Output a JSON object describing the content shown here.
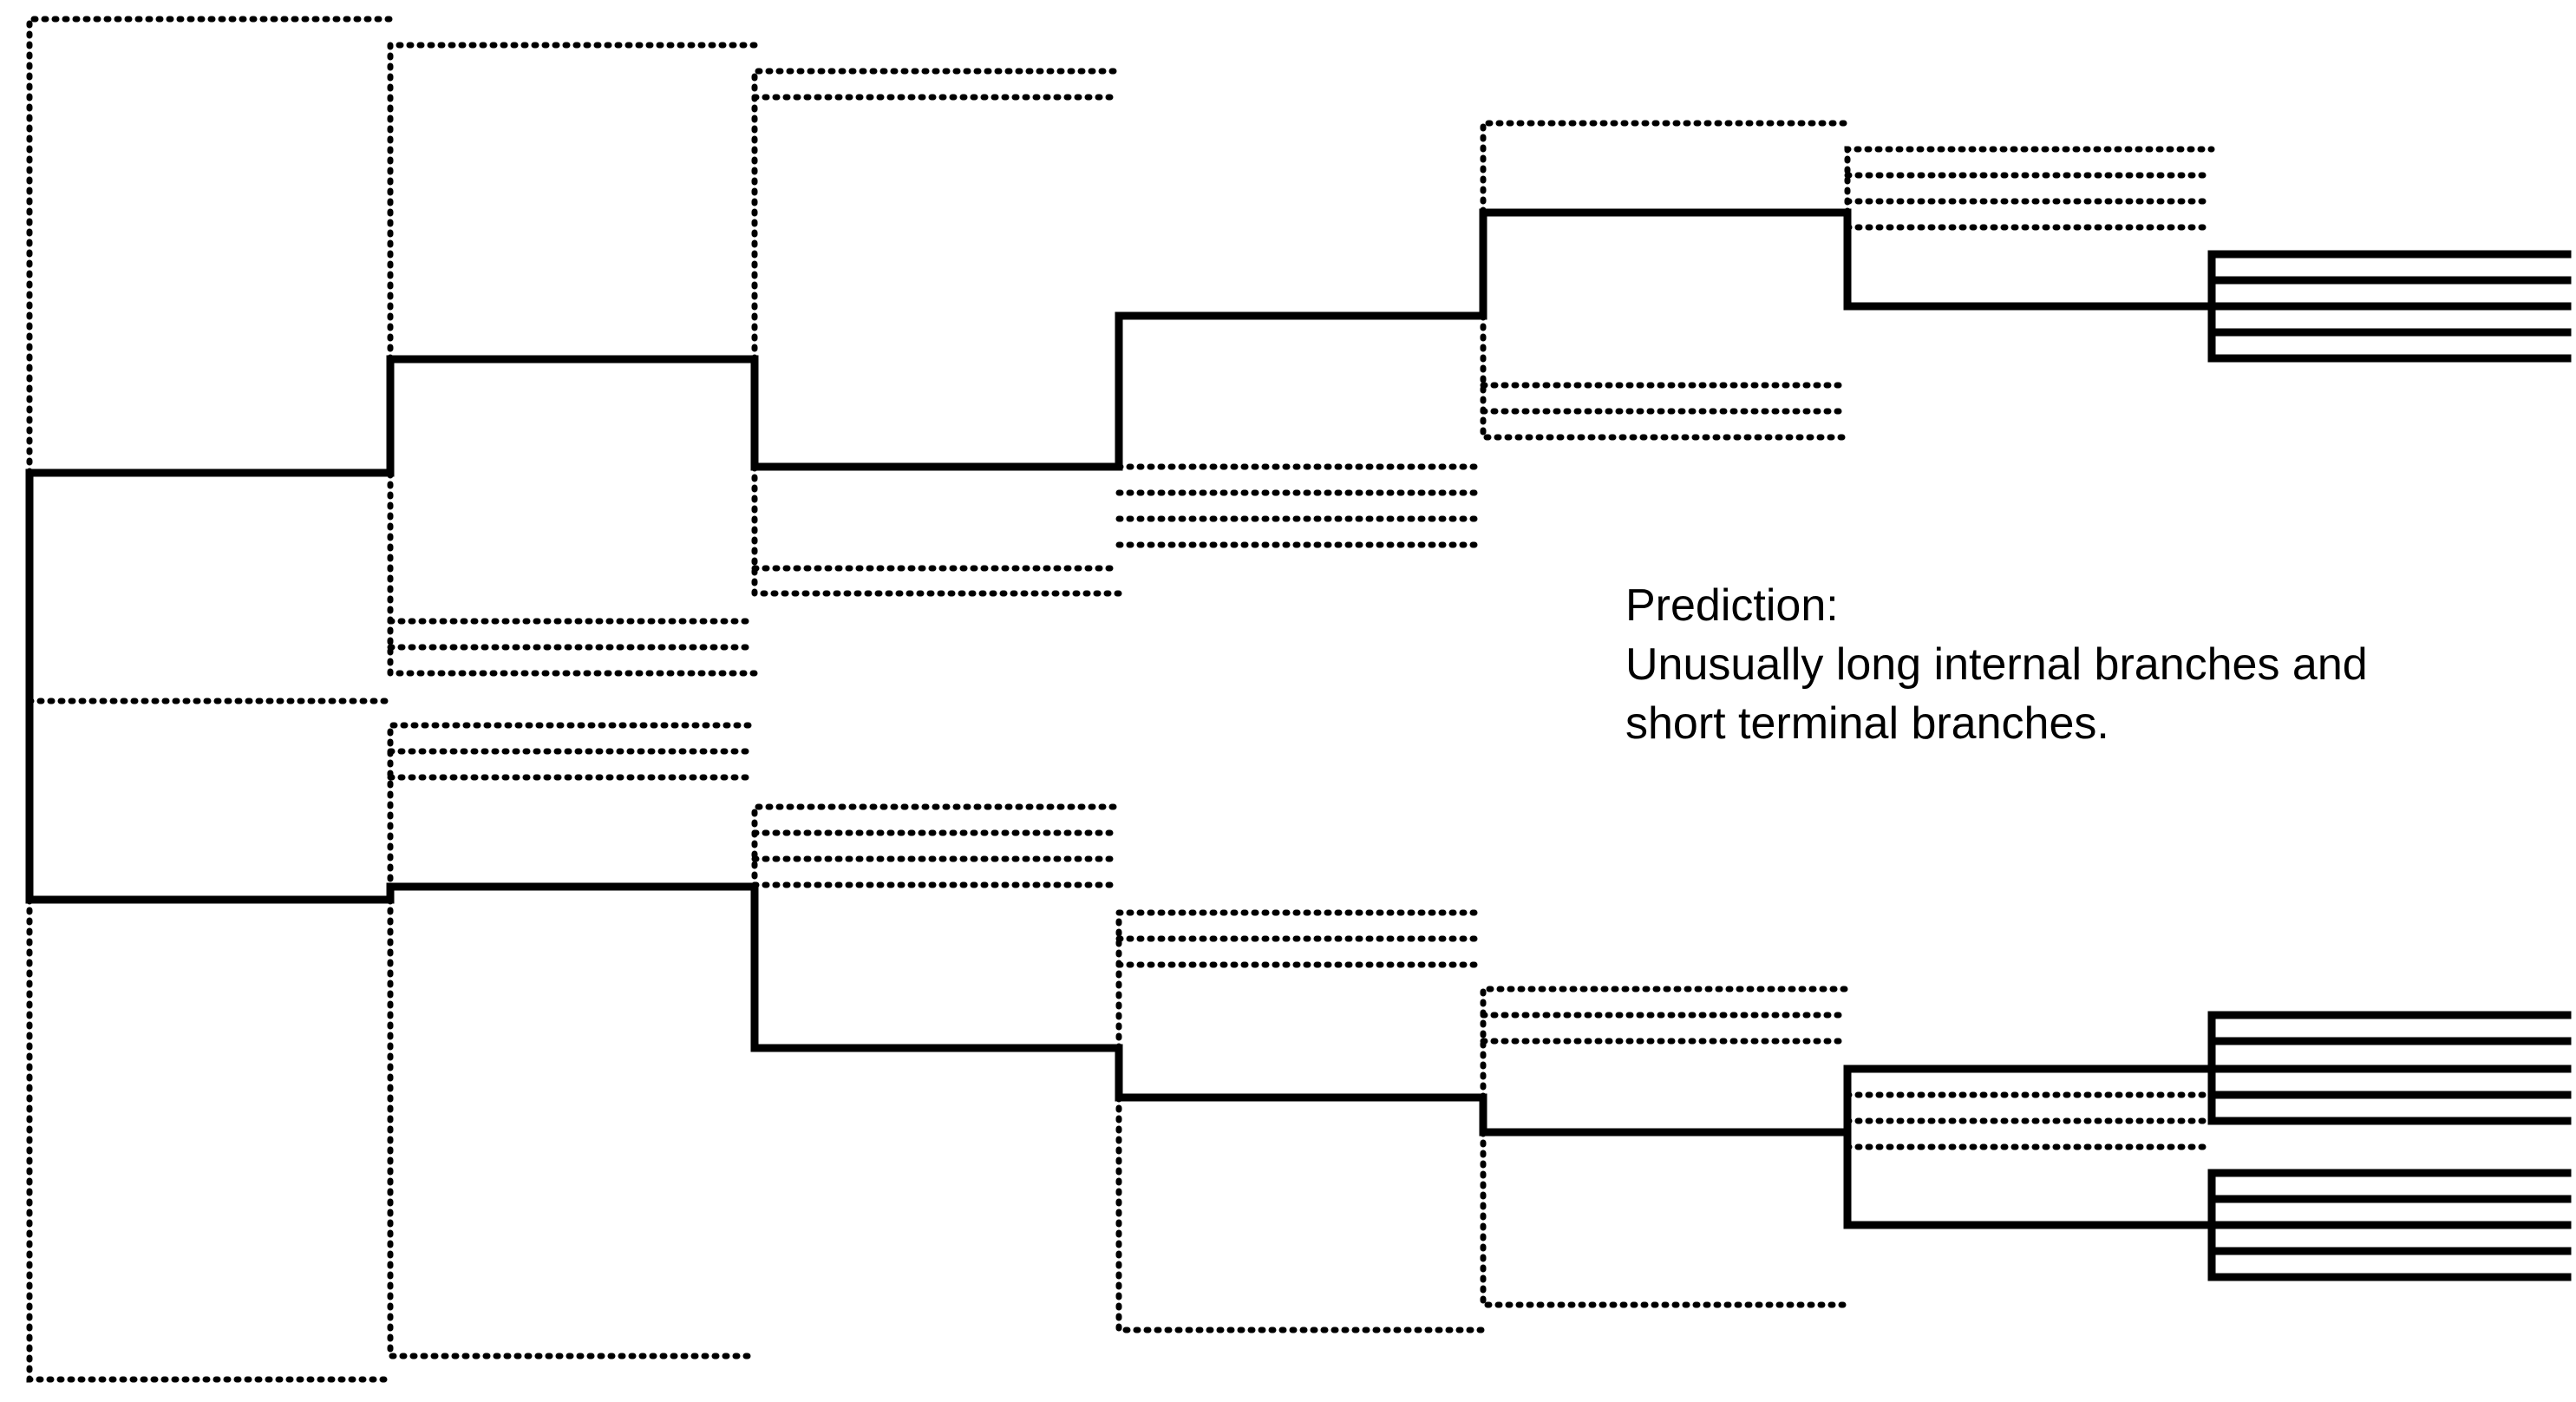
{
  "figure": {
    "annotation": {
      "heading": "Prediction:",
      "line_1": "Unusually long internal branches and",
      "line_2": "short terminal branches."
    },
    "legend_styles": {
      "surviving_lineage": "solid",
      "extinct_or_unsampled_lineage": "dotted"
    },
    "tree": {
      "levels": 7,
      "terminal_clusters": [
        {
          "tips": 5
        },
        {
          "tips": 5
        },
        {
          "tips": 5
        }
      ]
    }
  }
}
